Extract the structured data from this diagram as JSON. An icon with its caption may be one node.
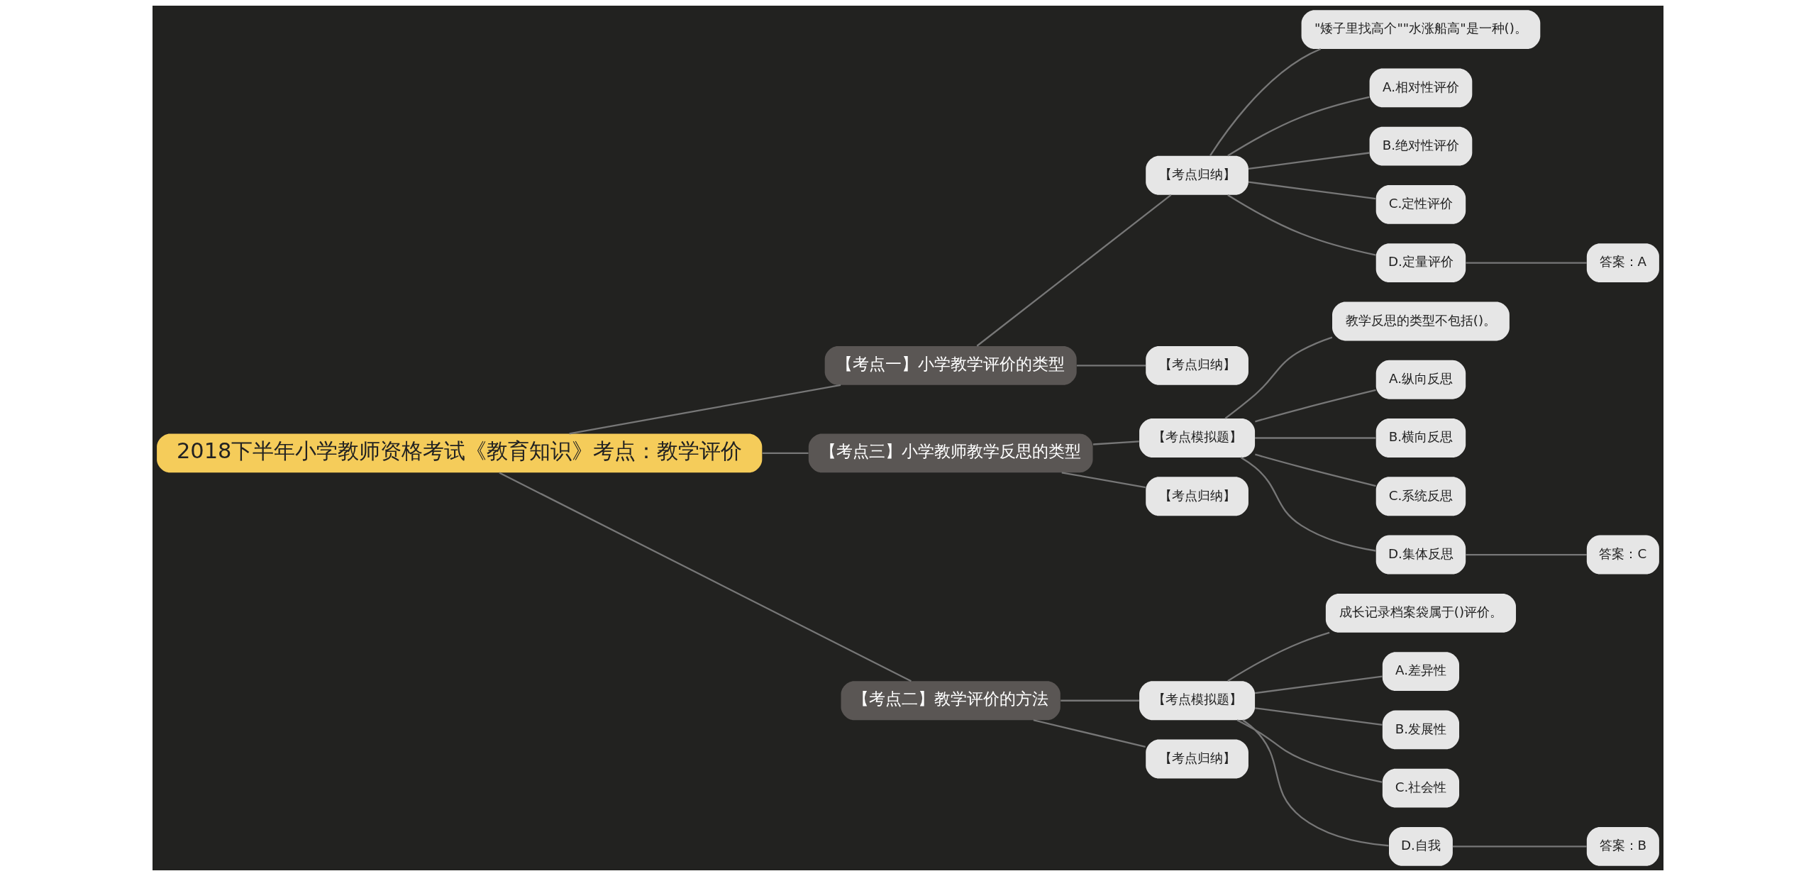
{
  "diagram": {
    "nodes": [
      {
        "text": [
          "2018下半年小学教师资格考试《教育知识》考点：教学评价"
        ]
      },
      {
        "text": [
          "【考点一】小学教学评价的类型"
        ]
      },
      {
        "text": [
          "【考点归纳】"
        ]
      },
      {
        "text": [
          "\"矮子里找高个\"\"水涨船高\"是一种()。"
        ]
      },
      {
        "text": [
          "A.相对性评价"
        ]
      },
      {
        "text": [
          "B.绝对性评价"
        ]
      },
      {
        "text": [
          "C.定性评价"
        ]
      },
      {
        "text": [
          "D.定量评价"
        ]
      },
      {
        "text": [
          "答案：A"
        ]
      },
      {
        "text": [
          "【考点归纳】"
        ]
      },
      {
        "text": [
          "【考点三】小学教师教学反思的类型"
        ]
      },
      {
        "text": [
          "【考点模拟题】"
        ]
      },
      {
        "text": [
          "教学反思的类型不包括()。"
        ]
      },
      {
        "text": [
          "A.纵向反思"
        ]
      },
      {
        "text": [
          "B.横向反思"
        ]
      },
      {
        "text": [
          "C.系统反思"
        ]
      },
      {
        "text": [
          "D.集体反思"
        ]
      },
      {
        "text": [
          "答案：C"
        ]
      },
      {
        "text": [
          "【考点归纳】"
        ]
      },
      {
        "text": [
          "【考点二】教学评价的方法"
        ]
      },
      {
        "text": [
          "【考点模拟题】"
        ]
      },
      {
        "text": [
          "成长记录档案袋属于()评价。"
        ]
      },
      {
        "text": [
          "A.差异性"
        ]
      },
      {
        "text": [
          "B.发展性"
        ]
      },
      {
        "text": [
          "C.社会性"
        ]
      },
      {
        "text": [
          "D.自我"
        ]
      },
      {
        "text": [
          "答案：B"
        ]
      },
      {
        "text": [
          "【考点归纳】"
        ]
      }
    ],
    "edges": [
      {
        "from": 0,
        "to": 1,
        "arrow": "none"
      },
      {
        "from": 1,
        "to": 2,
        "arrow": "none"
      },
      {
        "from": 2,
        "to": 3,
        "arrow": "none"
      },
      {
        "from": 2,
        "to": 4,
        "arrow": "none"
      },
      {
        "from": 2,
        "to": 5,
        "arrow": "none"
      },
      {
        "from": 2,
        "to": 6,
        "arrow": "none"
      },
      {
        "from": 2,
        "to": 7,
        "arrow": "none"
      },
      {
        "from": 7,
        "to": 8,
        "arrow": "none"
      },
      {
        "from": 1,
        "to": 9,
        "arrow": "none"
      },
      {
        "from": 0,
        "to": 10,
        "arrow": "none"
      },
      {
        "from": 10,
        "to": 11,
        "arrow": "none"
      },
      {
        "from": 11,
        "to": 12,
        "arrow": "none"
      },
      {
        "from": 11,
        "to": 13,
        "arrow": "none"
      },
      {
        "from": 11,
        "to": 14,
        "arrow": "none"
      },
      {
        "from": 11,
        "to": 15,
        "arrow": "none"
      },
      {
        "from": 11,
        "to": 16,
        "arrow": "none"
      },
      {
        "from": 16,
        "to": 17,
        "arrow": "none"
      },
      {
        "from": 10,
        "to": 18,
        "arrow": "none"
      },
      {
        "from": 0,
        "to": 19,
        "arrow": "none"
      },
      {
        "from": 19,
        "to": 20,
        "arrow": "none"
      },
      {
        "from": 20,
        "to": 21,
        "arrow": "none"
      },
      {
        "from": 20,
        "to": 22,
        "arrow": "none"
      },
      {
        "from": 20,
        "to": 23,
        "arrow": "none"
      },
      {
        "from": 20,
        "to": 24,
        "arrow": "none"
      },
      {
        "from": 20,
        "to": 25,
        "arrow": "none"
      },
      {
        "from": 25,
        "to": 26,
        "arrow": "none"
      },
      {
        "from": 19,
        "to": 27,
        "arrow": "none"
      }
    ]
  }
}
